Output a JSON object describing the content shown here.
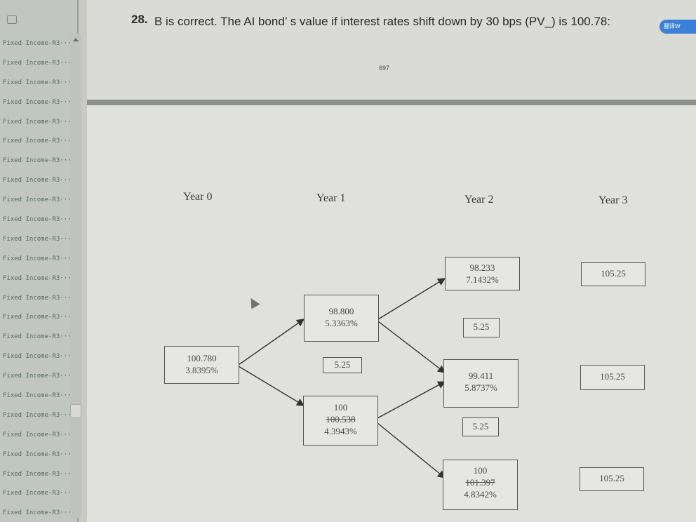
{
  "sidebar": {
    "items": [
      "Fixed Income-R3···",
      "Fixed Income-R3···",
      "Fixed Income-R3···",
      "Fixed Income-R3···",
      "Fixed Income-R3···",
      "Fixed Income-R3···",
      "Fixed Income-R3···",
      "Fixed Income-R3···",
      "Fixed Income-R3···",
      "Fixed Income-R3···",
      "Fixed Income-R3···",
      "Fixed Income-R3···",
      "Fixed Income-R3···",
      "Fixed Income-R3···",
      "Fixed Income-R3···",
      "Fixed Income-R3···",
      "Fixed Income-R3···",
      "Fixed Income-R3···",
      "Fixed Income-R3···",
      "Fixed Income-R3···",
      "Fixed Income-R3···",
      "Fixed Income-R3···",
      "Fixed Income-R3···",
      "Fixed Income-R3···",
      "Fixed Income-R3···"
    ],
    "top_icon": "bookmark-icon"
  },
  "question": {
    "number": "28.",
    "text": "B is correct. The AI bond’ s value if interest rates shift down by 30 bps (PV_) is 100.78:"
  },
  "page_number": "697",
  "translate_button": "翻译W",
  "tree": {
    "years": [
      "Year 0",
      "Year 1",
      "Year 2",
      "Year 3"
    ],
    "nodes": {
      "y0": {
        "value": "100.780",
        "rate": "3.8395%"
      },
      "y1_up": {
        "value": "98.800",
        "rate": "5.3363%"
      },
      "y1_coupon": "5.25",
      "y1_down": {
        "value": "100",
        "struck": "100.538",
        "rate": "4.3943%"
      },
      "y2_up": {
        "value": "98.233",
        "rate": "7.1432%"
      },
      "y2_coupon_up": "5.25",
      "y2_mid": {
        "value": "99.411",
        "rate": "5.8737%"
      },
      "y2_coupon_down": "5.25",
      "y2_down": {
        "value": "100",
        "struck": "101.397",
        "rate": "4.8342%"
      },
      "y3_top": "105.25",
      "y3_mid": "105.25",
      "y3_bot": "105.25"
    }
  }
}
